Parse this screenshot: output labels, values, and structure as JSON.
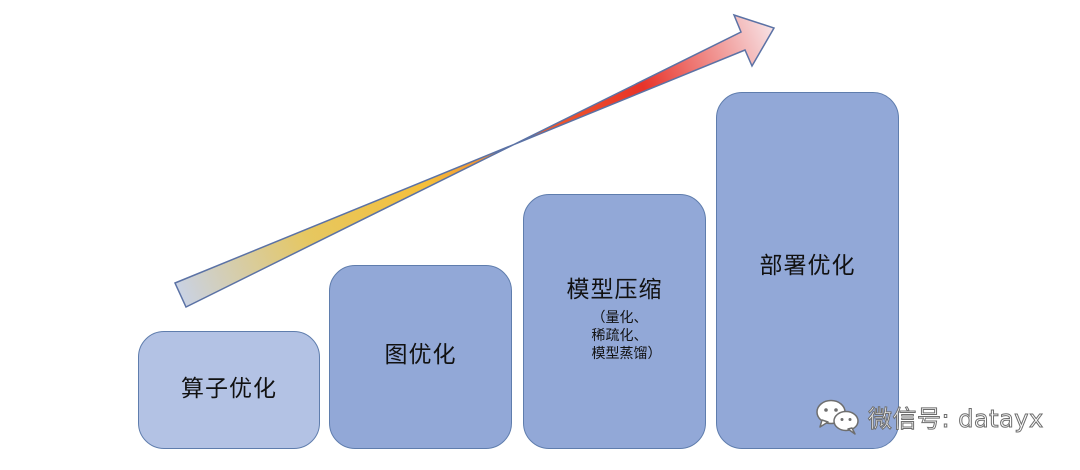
{
  "diagram": {
    "steps": [
      {
        "label": "算子优化",
        "sub": []
      },
      {
        "label": "图优化",
        "sub": []
      },
      {
        "label": "模型压缩",
        "sub": [
          "（量化、",
          "稀疏化、",
          "模型蒸馏）"
        ]
      },
      {
        "label": "部署优化",
        "sub": []
      }
    ],
    "arrow": {
      "gradient": [
        "#c9d2e6",
        "#e6c760",
        "#f5bf3a",
        "#ee5a2c",
        "#e8332a",
        "#f7e3e6"
      ]
    }
  },
  "watermark": {
    "text": "微信号: datayx",
    "icon": "wechat-icon"
  }
}
